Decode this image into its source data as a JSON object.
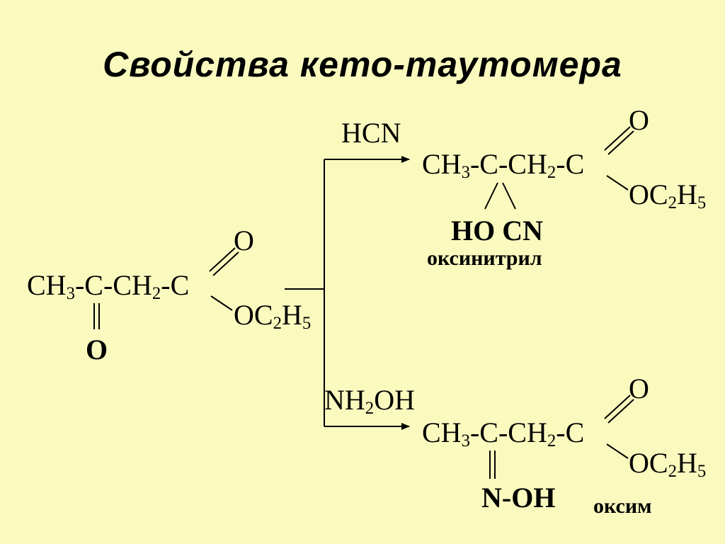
{
  "title": "Свойства кето-таутомера",
  "reactant": {
    "main_a": "CH",
    "main_a_sub": "3",
    "main_b": "-C-CH",
    "main_b_sub": "2",
    "main_c": "-C",
    "carbonyl_o": "O",
    "top_o": "O",
    "ester_a": "OC",
    "ester_sub1": "2",
    "ester_b": "H",
    "ester_sub2": "5"
  },
  "branch_top": {
    "reagent": "HCN",
    "main_a": "CH",
    "main_a_sub": "3",
    "main_b": "-C-CH",
    "main_b_sub": "2",
    "main_c": "-C",
    "top_o": "O",
    "ester_a": "OC",
    "ester_sub1": "2",
    "ester_b": "H",
    "ester_sub2": "5",
    "substituents": "HO CN",
    "product_name": "оксинитрил"
  },
  "branch_bottom": {
    "reagent_a": "NH",
    "reagent_sub": "2",
    "reagent_b": "OH",
    "main_a": "CH",
    "main_a_sub": "3",
    "main_b": "-C-CH",
    "main_b_sub": "2",
    "main_c": "-C",
    "top_o": "O",
    "ester_a": "OC",
    "ester_sub1": "2",
    "ester_b": "H",
    "ester_sub2": "5",
    "substituent": "N-OH",
    "product_name": "оксим"
  }
}
